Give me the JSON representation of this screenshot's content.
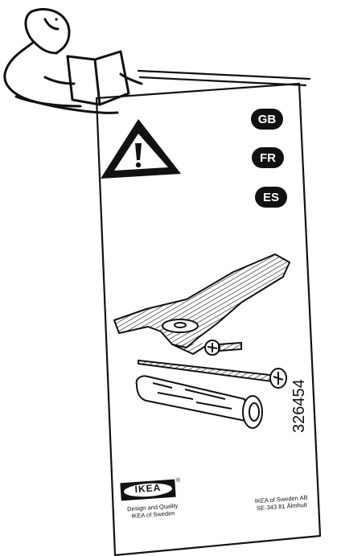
{
  "languages": [
    "GB",
    "FR",
    "ES"
  ],
  "article_number": "326454",
  "brand": {
    "logo_text": "IKEA",
    "registered_mark": "®",
    "design_line1": "Design and Quality",
    "design_line2": "IKEA of Sweden"
  },
  "address": {
    "line1": "IKEA of Sweden AB",
    "line2": "SE-343 81 Älmhult"
  },
  "icons": [
    "reading-person-icon",
    "warning-triangle-icon",
    "wall-bracket-icon",
    "washer-icon",
    "screw-icon",
    "wall-plug-icon"
  ],
  "colors": {
    "ink": "#111111",
    "paper": "#ffffff"
  }
}
